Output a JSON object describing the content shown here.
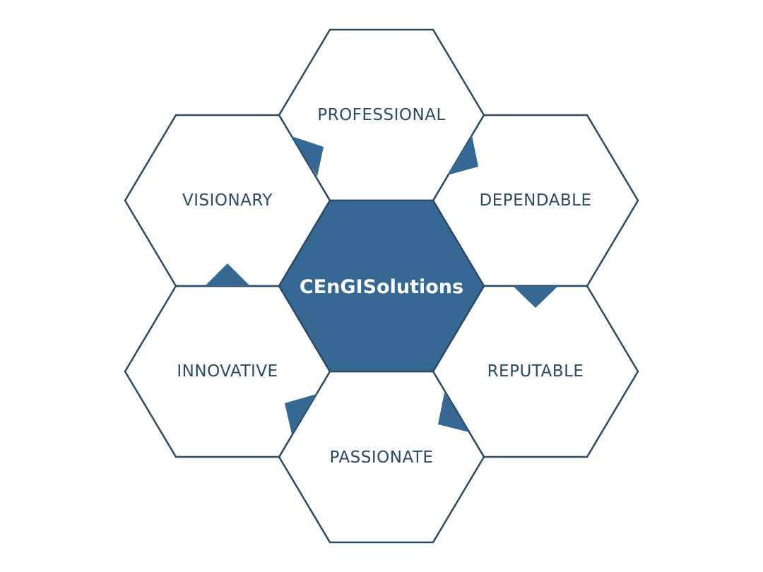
{
  "diagram": {
    "center": {
      "label": "CEnGISolutions"
    },
    "nodes": [
      {
        "id": "professional",
        "label": "PROFESSIONAL"
      },
      {
        "id": "dependable",
        "label": "DEPENDABLE"
      },
      {
        "id": "reputable",
        "label": "REPUTABLE"
      },
      {
        "id": "passionate",
        "label": "PASSIONATE"
      },
      {
        "id": "innovative",
        "label": "INNOVATIVE"
      },
      {
        "id": "visionary",
        "label": "VISIONARY"
      }
    ]
  },
  "colors": {
    "primary": "#356993",
    "outline": "#2a4a66",
    "background": "#ffffff"
  }
}
